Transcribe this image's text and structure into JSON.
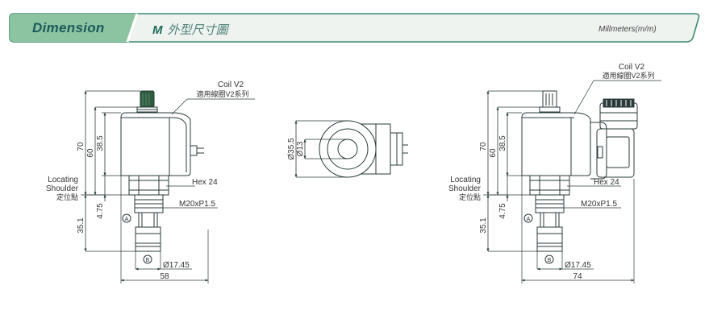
{
  "header": {
    "section_title": "Dimension",
    "model_letter": "M",
    "chinese_title": "外型尺寸圖",
    "units": "Millmeters(m/m)"
  },
  "labels": {
    "coil_v2": "Coil V2",
    "coil_v2_zh": "適用線圈V2系列",
    "locating": "Locating",
    "shoulder": "Shoulder",
    "locating_zh": "定位點",
    "hex": "Hex 24",
    "thread": "M20xP1.5",
    "diameter_body": "Ø17.45",
    "port_a": "A",
    "port_b": "B"
  },
  "dims": {
    "h70": "70",
    "h60": "60",
    "h38_5": "38.5",
    "h4_75": "4.75",
    "h35_1": "35.1",
    "w58": "58",
    "w74": "74",
    "d35_5": "Ø35.5",
    "d13": "Ø13"
  },
  "colors": {
    "banner_fill": "#ecf1ee",
    "banner_border": "#3f8a6e",
    "tab_fill": "#8cc4a2",
    "drawing_stroke": "#2a3a3a",
    "green_part": "#2e5a40"
  }
}
